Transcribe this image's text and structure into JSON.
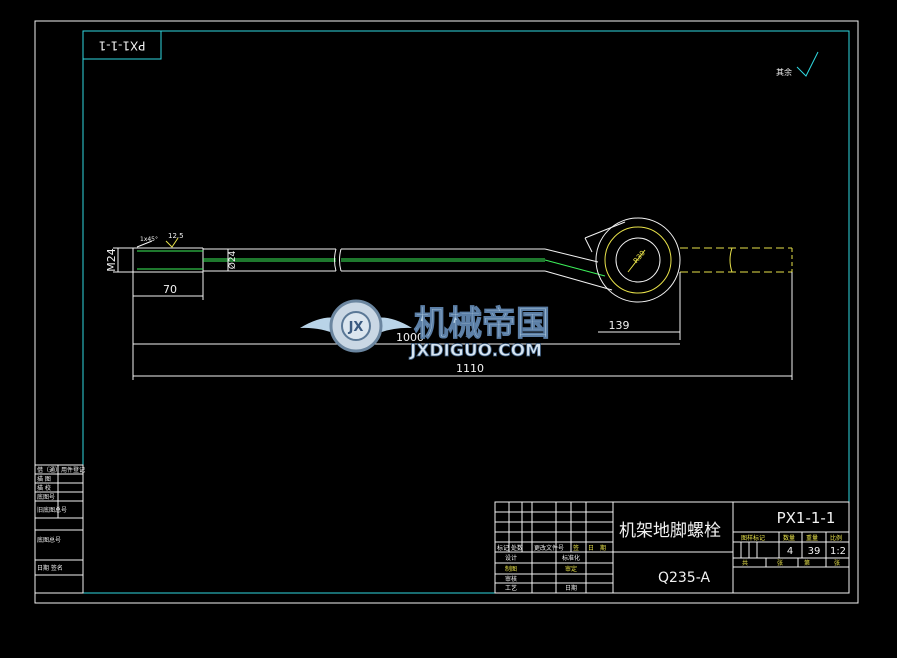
{
  "drawing": {
    "code_stamp": "PX1-1-1",
    "title": "机架地脚螺栓",
    "code": "PX1-1-1",
    "material": "Q235-A",
    "surface_note": "其余",
    "roughness_value": "12.5",
    "scale_values": [
      "4",
      "39",
      "1:2"
    ]
  },
  "dimensions": {
    "thread": "M24",
    "diameter": "Ø24",
    "thread_length": "70",
    "hook_offset": "139",
    "shank_length": "1000",
    "total_length": "1110",
    "hook_radius": "R30",
    "chamfer": "1x45°"
  },
  "left_block": {
    "labels": [
      "借（通）用件登记",
      "底图总号",
      "日期 签名"
    ],
    "rows": [
      "描 图",
      "描 校",
      "底图号",
      "旧底图总号"
    ]
  },
  "title_block": {
    "rev_headers": [
      "标记",
      "处数",
      "更改文件号",
      "签",
      "日",
      "期"
    ],
    "left_labels": [
      "设计",
      "制图",
      "审核",
      "工艺"
    ],
    "mid_labels": [
      "标准化",
      "审定",
      "日期"
    ],
    "right_headers": [
      "图样标记",
      "数量",
      "重量",
      "比例"
    ],
    "footer": [
      "共",
      "张",
      "第",
      "张"
    ]
  },
  "watermark": {
    "cn": "机械帝国",
    "en": "JXDIGUO.COM"
  }
}
